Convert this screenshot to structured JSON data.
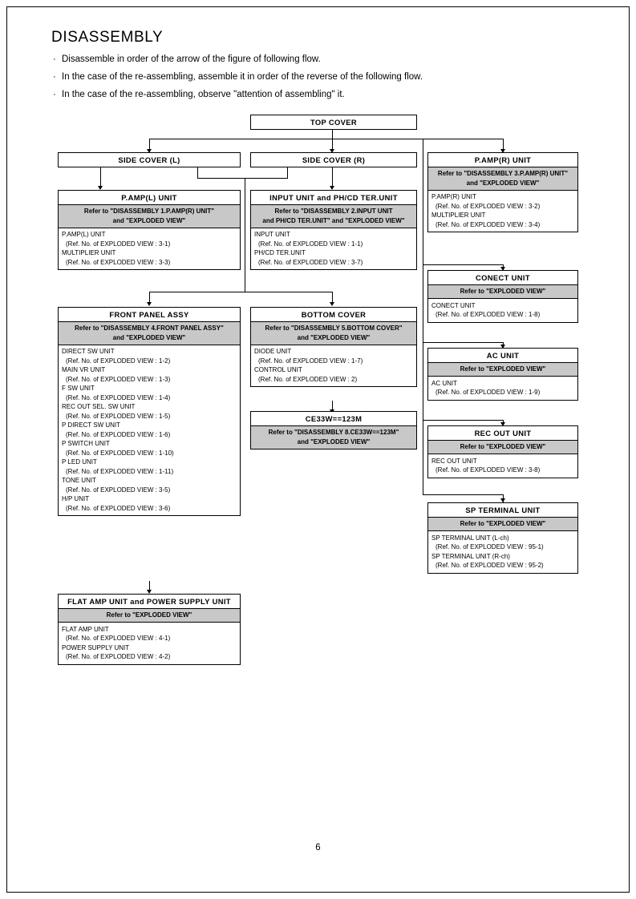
{
  "document": {
    "title": "DISASSEMBLY",
    "bullets": [
      "Disassemble in order of the arrow of the figure of following flow.",
      "In the case of the re-assembling, assemble it in order of the reverse of the following flow.",
      "In the case of the re-assembling, observe \"attention of assembling\" it."
    ],
    "page_number": "6"
  },
  "theme": {
    "refer_band_color": "#c8c8c8",
    "box_border_color": "#000000",
    "background": "#ffffff"
  },
  "flow": {
    "nodes": [
      {
        "id": "top-cover",
        "title": "TOP COVER",
        "refer": [],
        "items": []
      },
      {
        "id": "side-cover-l",
        "title": "SIDE COVER (L)",
        "refer": [],
        "items": []
      },
      {
        "id": "side-cover-r",
        "title": "SIDE COVER (R)",
        "refer": [],
        "items": []
      },
      {
        "id": "p-amp-r-unit",
        "title": "P.AMP(R) UNIT",
        "refer": [
          "Refer to \"DISASSEMBLY 3.P.AMP(R) UNIT\"",
          "and \"EXPLODED VIEW\""
        ],
        "items": [
          "P.AMP(R) UNIT",
          "(Ref. No. of EXPLODED VIEW : 3-2)",
          "MULTIPLIER UNIT",
          "(Ref. No. of EXPLODED VIEW : 3-4)"
        ]
      },
      {
        "id": "p-amp-l-unit",
        "title": "P.AMP(L) UNIT",
        "refer": [
          "Refer to \"DISASSEMBLY 1.P.AMP(R) UNIT\"",
          "and \"EXPLODED VIEW\""
        ],
        "items": [
          "P.AMP(L) UNIT",
          "(Ref. No. of EXPLODED VIEW : 3-1)",
          "MULTIPLIER UNIT",
          "(Ref. No. of EXPLODED VIEW : 3-3)"
        ]
      },
      {
        "id": "input-unit",
        "title": "INPUT UNIT and PH/CD TER.UNIT",
        "refer": [
          "Refer to \"DISASSEMBLY 2.INPUT UNIT",
          "and PH/CD TER.UNIT\" and \"EXPLODED VIEW\""
        ],
        "items": [
          "INPUT UNIT",
          "(Ref. No. of EXPLODED VIEW : 1-1)",
          "PH/CD TER.UNIT",
          "(Ref. No. of EXPLODED VIEW : 3-7)"
        ]
      },
      {
        "id": "conect-unit",
        "title": "CONECT UNIT",
        "refer": [
          "Refer to \"EXPLODED VIEW\""
        ],
        "items": [
          "CONECT UNIT",
          "(Ref. No. of EXPLODED VIEW : 1-8)"
        ]
      },
      {
        "id": "front-panel-assy",
        "title": "FRONT PANEL ASSY",
        "refer": [
          "Refer to \"DISASSEMBLY 4.FRONT PANEL ASSY\"",
          "and \"EXPLODED VIEW\""
        ],
        "items": [
          "DIRECT SW UNIT",
          "(Ref. No. of EXPLODED VIEW : 1-2)",
          "MAIN VR UNIT",
          "(Ref. No. of EXPLODED VIEW : 1-3)",
          "F SW UNIT",
          "(Ref. No. of EXPLODED VIEW : 1-4)",
          "REC OUT SEL. SW UNIT",
          "(Ref. No. of EXPLODED VIEW : 1-5)",
          "P DIRECT SW UNIT",
          "(Ref. No. of EXPLODED VIEW : 1-6)",
          "P SWITCH UNIT",
          "(Ref. No. of EXPLODED VIEW : 1-10)",
          "P LED UNIT",
          "(Ref. No. of EXPLODED VIEW : 1-11)",
          "TONE UNIT",
          "(Ref. No. of EXPLODED VIEW : 3-5)",
          "H/P UNIT",
          "(Ref. No. of EXPLODED VIEW : 3-6)"
        ]
      },
      {
        "id": "bottom-cover",
        "title": "BOTTOM COVER",
        "refer": [
          "Refer to \"DISASSEMBLY 5.BOTTOM COVER\"",
          "and \"EXPLODED VIEW\""
        ],
        "items": [
          "DIODE UNIT",
          "(Ref. No. of EXPLODED VIEW : 1-7)",
          "CONTROL UNIT",
          "(Ref. No. of EXPLODED VIEW : 2)"
        ]
      },
      {
        "id": "ac-unit",
        "title": "AC UNIT",
        "refer": [
          "Refer to \"EXPLODED VIEW\""
        ],
        "items": [
          "AC UNIT",
          "(Ref. No. of EXPLODED VIEW : 1-9)"
        ]
      },
      {
        "id": "ce33w",
        "title": "CE33W==123M",
        "refer": [
          "Refer to \"DISASSEMBLY 8.CE33W==123M\"",
          "and \"EXPLODED VIEW\""
        ],
        "items": []
      },
      {
        "id": "rec-out-unit",
        "title": "REC OUT UNIT",
        "refer": [
          "Refer to \"EXPLODED VIEW\""
        ],
        "items": [
          "REC OUT UNIT",
          "(Ref. No. of EXPLODED VIEW : 3-8)"
        ]
      },
      {
        "id": "sp-terminal-unit",
        "title": "SP TERMINAL UNIT",
        "refer": [
          "Refer to \"EXPLODED VIEW\""
        ],
        "items": [
          "SP TERMINAL UNIT (L-ch)",
          "(Ref. No. of EXPLODED VIEW : 95-1)",
          "SP TERMINAL UNIT (R-ch)",
          "(Ref. No. of EXPLODED VIEW : 95-2)"
        ]
      },
      {
        "id": "flat-amp-unit",
        "title": "FLAT AMP UNIT and POWER SUPPLY UNIT",
        "refer": [
          "Refer to \"EXPLODED VIEW\""
        ],
        "items": [
          "FLAT AMP UNIT",
          "(Ref. No. of EXPLODED VIEW : 4-1)",
          "POWER SUPPLY UNIT",
          "(Ref. No. of EXPLODED VIEW : 4-2)"
        ]
      }
    ]
  }
}
